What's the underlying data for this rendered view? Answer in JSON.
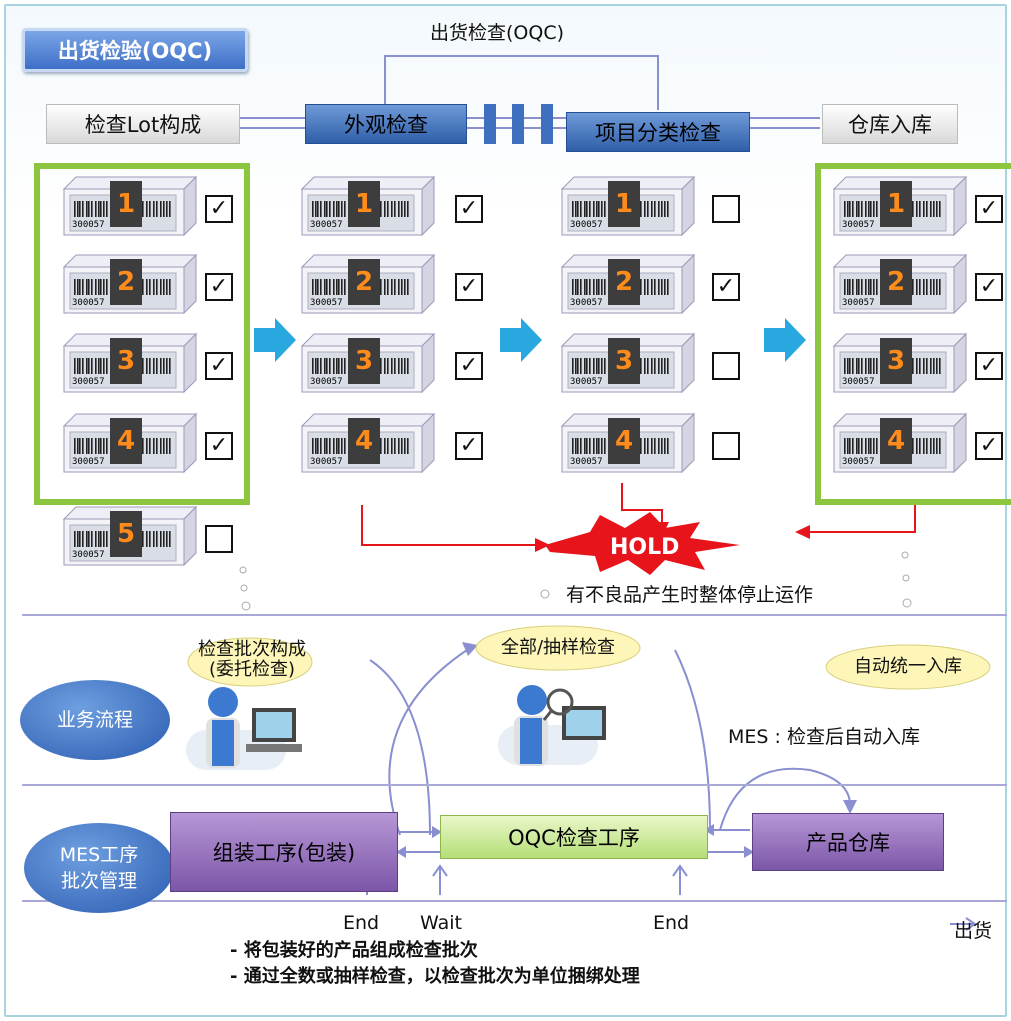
{
  "title": "出货检验(OQC)",
  "top_label": "出货检查(OQC)",
  "stages": [
    "检查Lot构成",
    "外观检查",
    "项目分类检查",
    "仓库入库"
  ],
  "box_code": "300057",
  "columns": [
    {
      "name": "col1",
      "items": [
        "1",
        "2",
        "3",
        "4",
        "5"
      ],
      "checked": [
        true,
        true,
        true,
        true,
        false
      ]
    },
    {
      "name": "col2",
      "items": [
        "1",
        "2",
        "3",
        "4"
      ],
      "checked": [
        true,
        true,
        true,
        true
      ]
    },
    {
      "name": "col3",
      "items": [
        "1",
        "2",
        "3",
        "4"
      ],
      "checked": [
        false,
        true,
        false,
        false
      ]
    },
    {
      "name": "col4",
      "items": [
        "1",
        "2",
        "3",
        "4"
      ],
      "checked": [
        true,
        true,
        true,
        true
      ]
    }
  ],
  "check_mark": "✓",
  "hold": {
    "label": "HOLD",
    "caption": "有不良品产生时整体停止运作"
  },
  "business": {
    "label": "业务流程",
    "cloud1": "检查批次构成\n(委托检查)",
    "cloud2": "全部/抽样检查",
    "cloud3": "自动统一入库",
    "mes_note": "MES : 检查后自动入库"
  },
  "mes": {
    "label": "MES工序\n批次管理",
    "proc1": "组装工序(包装)",
    "proc2": "OQC检查工序",
    "proc3": "产品仓库",
    "end1": "End",
    "wait": "Wait",
    "end2": "End",
    "ship": "出货"
  },
  "notes": [
    "- 将包装好的产品组成检查批次",
    "- 通过全数或抽样检查，以检查批次为单位捆绑处理"
  ],
  "colors": {
    "green": "#8cc63f",
    "blue_stage": "#2f5fa9",
    "purple": "#7c56a8",
    "red": "#e8141c",
    "arrow_blue": "#29a8e0"
  }
}
